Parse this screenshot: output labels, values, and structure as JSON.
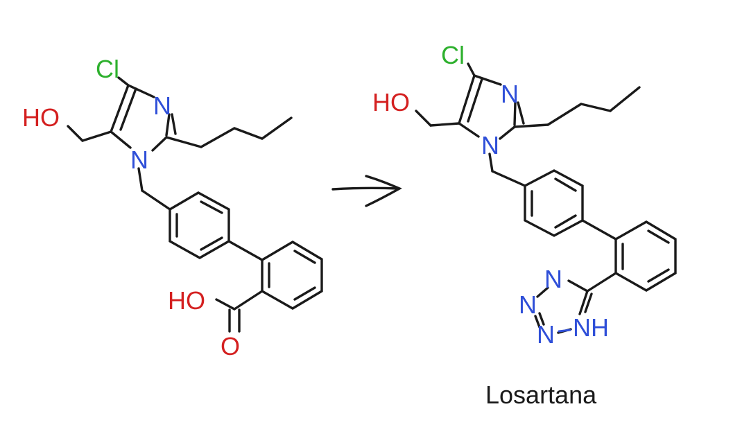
{
  "colors": {
    "bond": "#1a1a1a",
    "chlorine": "#2db02d",
    "oxygen": "#d42020",
    "nitrogen": "#2f4fd8",
    "caption": "#1a1a1a",
    "background": "#ffffff"
  },
  "reactant": {
    "labels": {
      "cl": "Cl",
      "ho_alcohol": "HO",
      "n_imine": "N",
      "n_amine": "N",
      "ho_acid": "HO",
      "o_carbonyl": "O"
    }
  },
  "arrow": {
    "icon": "reaction-arrow-icon"
  },
  "product": {
    "labels": {
      "cl": "Cl",
      "ho_alcohol": "HO",
      "n_imine": "N",
      "n_amine": "N",
      "n_tz1": "N",
      "n_tz2": "N",
      "n_tz3": "N",
      "nh_tz": "NH"
    },
    "name": "Losartana"
  }
}
